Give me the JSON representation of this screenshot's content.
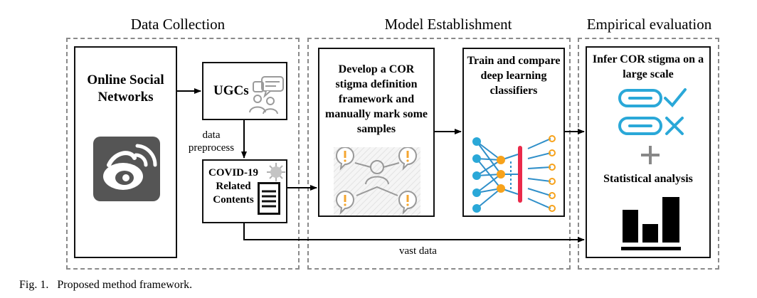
{
  "sections": {
    "data_collection": "Data Collection",
    "model_establishment": "Model Establishment",
    "empirical_evaluation": "Empirical evaluation"
  },
  "data_collection": {
    "osn_label": "Online Social Networks",
    "ugc_label": "UGCs",
    "preprocess_label": "data preprocess",
    "covid_label": "COVID-19 Related Contents",
    "vast_data_label": "vast data"
  },
  "model": {
    "develop_text": "Develop a COR stigma definition framework and manually mark some samples",
    "train_text": "Train and compare deep learning classifiers"
  },
  "evaluation": {
    "infer_text": "Infer COR stigma on a large scale",
    "stat_text": "Statistical analysis"
  },
  "caption": {
    "fig_label": "Fig. 1.",
    "text": "Proposed method framework."
  },
  "colors": {
    "weibo_bg": "#555555",
    "accent_blue": "#2aa8d8",
    "node_orange": "#f7a21b",
    "stripe_red": "#ea2a4a",
    "classifier_blue": "#2f8fc9",
    "bulb_orange": "#f4a630"
  },
  "icons": [
    "people-chat-icon",
    "weibo-logo-icon",
    "document-icon",
    "virus-icon",
    "stigma-network-icon",
    "neural-network-icon",
    "check-classifier-icon",
    "cross-classifier-icon",
    "plus-icon",
    "bar-chart-icon"
  ]
}
